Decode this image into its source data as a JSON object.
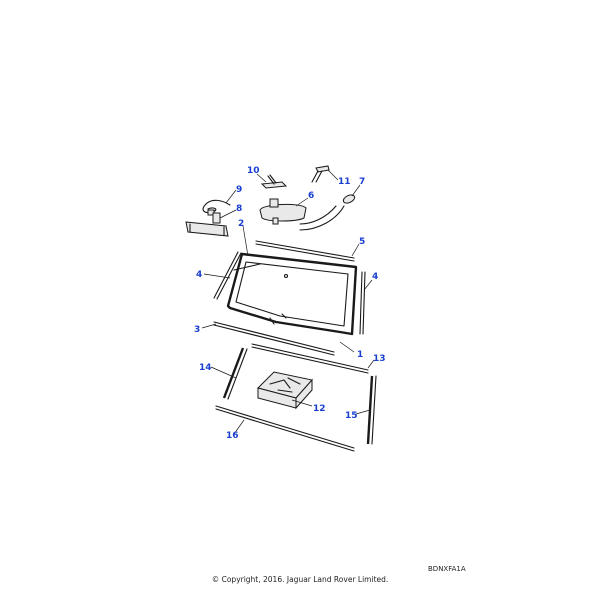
{
  "callouts": {
    "c1": "1",
    "c2": "2",
    "c3": "3",
    "c4a": "4",
    "c4b": "4",
    "c5": "5",
    "c6": "6",
    "c7": "7",
    "c8": "8",
    "c9": "9",
    "c10": "10",
    "c11": "11",
    "c12": "12",
    "c13": "13",
    "c14": "14",
    "c15": "15",
    "c16": "16"
  },
  "footer": {
    "ref_code": "BDNXFA1A",
    "copyright": "© Copyright, 2016. Jaguar Land Rover Limited."
  },
  "colors": {
    "callout": "#1a3fd0",
    "line": "#1a1a1a"
  }
}
